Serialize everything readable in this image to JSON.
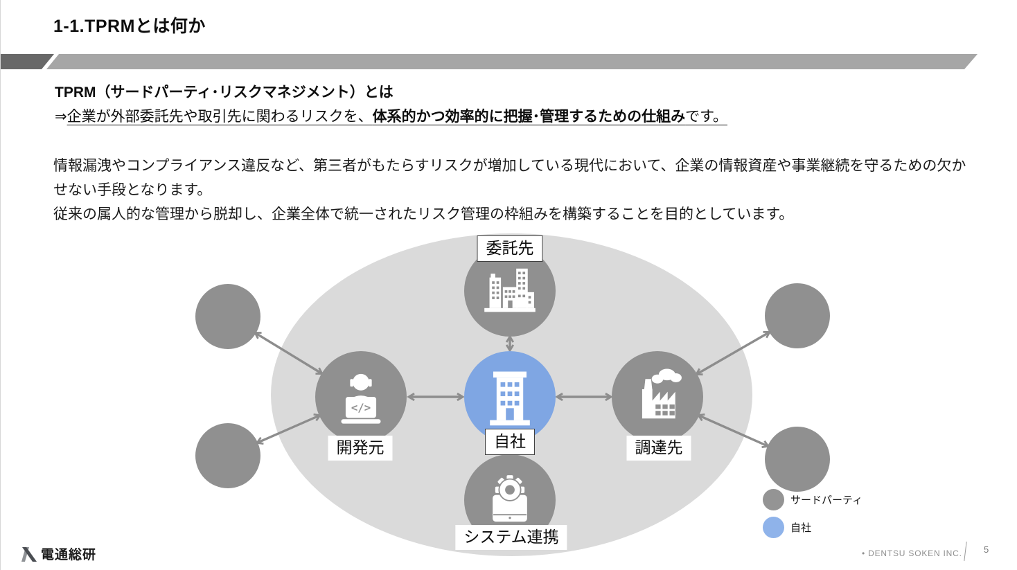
{
  "slide": {
    "title": "1-1.TPRMとは何か",
    "footer": {
      "brand": "電通総研",
      "company": "• DENTSU SOKEN INC.",
      "page_number": "5"
    }
  },
  "content": {
    "heading": "TPRM（サードパーティ･リスクマネジメント）とは",
    "lead_arrow": "⇒",
    "lead_pre": "企業が外部委託先や取引先に関わるリスクを、",
    "lead_bold": "体系的かつ効率的に把握･管理するための仕組み",
    "lead_post": "です。",
    "body_line1": "情報漏洩やコンプライアンス違反など、第三者がもたらすリスクが増加している現代において、企業の情報資産や事業継続を守るための欠かせない手段となります。",
    "body_line2": "従来の属人的な管理から脱却し、企業全体で統一されたリスク管理の枠組みを構築することを目的としています。"
  },
  "diagram": {
    "center": {
      "label": "自社",
      "icon": "office-building-icon",
      "color": "#7FA6E3"
    },
    "nodes": [
      {
        "label": "委託先",
        "icon": "city-buildings-icon",
        "position": "top"
      },
      {
        "label": "開発元",
        "icon": "developer-laptop-icon",
        "position": "left"
      },
      {
        "label": "調達先",
        "icon": "factory-icon",
        "position": "right"
      },
      {
        "label": "システム連携",
        "icon": "system-gear-icon",
        "position": "bottom"
      }
    ],
    "satellite_circle_count": 4,
    "colors": {
      "third_party_gray": "#909090",
      "own_company_blue": "#7FA6E3",
      "ellipse_background": "#DADADA",
      "arrow_gray": "#8D8D8D",
      "banner_dark": "#686868",
      "banner_light": "#A6A6A6"
    },
    "legend": [
      {
        "label": "サードパーティ",
        "color": "#949494"
      },
      {
        "label": "自社",
        "color": "#8FB3EA"
      }
    ]
  }
}
